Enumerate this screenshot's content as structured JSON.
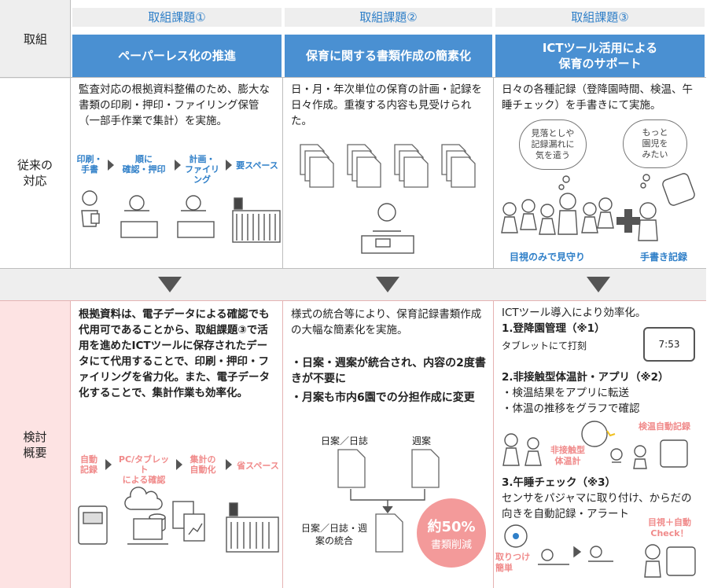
{
  "top_left_label": "取組",
  "left_labels": {
    "conventional": "従来の\n対応",
    "review": "検討\n概要"
  },
  "columns": [
    {
      "sub": "取組課題①",
      "header": "ペーパーレス化の推進",
      "conventional_text": "監査対応の根拠資料整備のため、膨大な書類の印刷・押印・ファイリング保管（一部手作業で集計）を実施。",
      "conv_flow": [
        "印刷・\n手書",
        "順に\n確認・押印",
        "計画・\nファイリング",
        "要スペース"
      ],
      "review_text": "根拠資料は、電子データによる確認でも代用可であることから、取組課題③で活用を進めたICTツールに保存されたデータにて代用することで、印刷・押印・ファイリングを省力化。また、電子データ化することで、集計作業も効率化。",
      "review_flow": [
        "自動\n記録",
        "PC/タブレット\nによる確認",
        "集計の\n自動化",
        "省スペース"
      ]
    },
    {
      "sub": "取組課題②",
      "header": "保育に関する書類作成の簡素化",
      "conventional_text": "日・月・年次単位の保育の計画・記録を日々作成。重複する内容も見受けられた。",
      "review_intro": "様式の統合等により、保育記録書類作成の大幅な簡素化を実施。",
      "review_bullets": [
        "・日案・週案が統合され、内容の2度書きが不要に",
        "・月案も市内6園での分担作成に変更"
      ],
      "diagram": {
        "doc1": "日案／日誌",
        "doc2": "週案",
        "merged": "日案／日誌・週\n案の統合",
        "badge_line1": "約50%",
        "badge_line2": "書類削減"
      }
    },
    {
      "sub": "取組課題③",
      "header": "ICTツール活用による\n保育のサポート",
      "conventional_text": "日々の各種記録（登降園時間、検温、午睡チェック）を手書きにて実施。",
      "bubble1": "見落としや\n記録漏れに\n気を遣う",
      "bubble2": "もっと\n園児を\nみたい",
      "label_left": "目視のみで見守り",
      "label_right": "手書き記録",
      "review_intro": "ICTツール導入により効率化。",
      "item1_title": "1.登降園管理（※1）",
      "item1_text": "タブレットにて打刻",
      "tablet_time": "7:53",
      "item2_title": "2.非接触型体温計・アプリ（※2）",
      "item2_bullets": [
        "・検温結果をアプリに転送",
        "・体温の推移をグラフで確認"
      ],
      "thermo_label": "非接触型\n体温計",
      "auto_label": "検温自動記録",
      "item3_title": "3.午睡チェック（※3）",
      "item3_text": "センサをパジャマに取り付け、からだの向きを自動記録・アラート",
      "attach_label": "取りつけ\n簡単",
      "check_label": "目視＋自動\nCheck！"
    }
  ]
}
